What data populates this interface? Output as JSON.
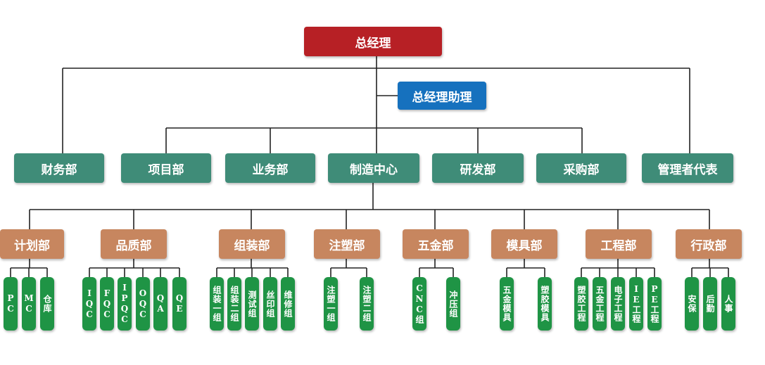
{
  "colors": {
    "ceo": "#b72025",
    "assistant": "#1671be",
    "department": "#3f8c78",
    "sub_department": "#c7865f",
    "team": "#1f9445",
    "connector": "#222222"
  },
  "ceo": {
    "label": "总经理"
  },
  "assistant": {
    "label": "总经理助理"
  },
  "departments": [
    {
      "label": "财务部"
    },
    {
      "label": "项目部"
    },
    {
      "label": "业务部"
    },
    {
      "label": "制造中心"
    },
    {
      "label": "研发部"
    },
    {
      "label": "采购部"
    },
    {
      "label": "管理者代表"
    }
  ],
  "manufacturing_units": [
    {
      "label": "计划部",
      "teams": [
        "PC",
        "MC",
        "仓库"
      ]
    },
    {
      "label": "品质部",
      "teams": [
        "IQC",
        "FQC",
        "IPQC",
        "OQC",
        "QA",
        "QE"
      ]
    },
    {
      "label": "组装部",
      "teams": [
        "组装一组",
        "组装二组",
        "测试组",
        "丝印组",
        "维修组"
      ]
    },
    {
      "label": "注塑部",
      "teams": [
        "注塑一组",
        "注塑二组"
      ]
    },
    {
      "label": "五金部",
      "teams": [
        "CNC组",
        "冲压组"
      ]
    },
    {
      "label": "模具部",
      "teams": [
        "五金模具",
        "塑胶模具"
      ]
    },
    {
      "label": "工程部",
      "teams": [
        "塑胶工程",
        "五金工程",
        "电子工程",
        "IE工程",
        "PE工程"
      ]
    },
    {
      "label": "行政部",
      "teams": [
        "安保",
        "后勤",
        "人事"
      ]
    }
  ]
}
